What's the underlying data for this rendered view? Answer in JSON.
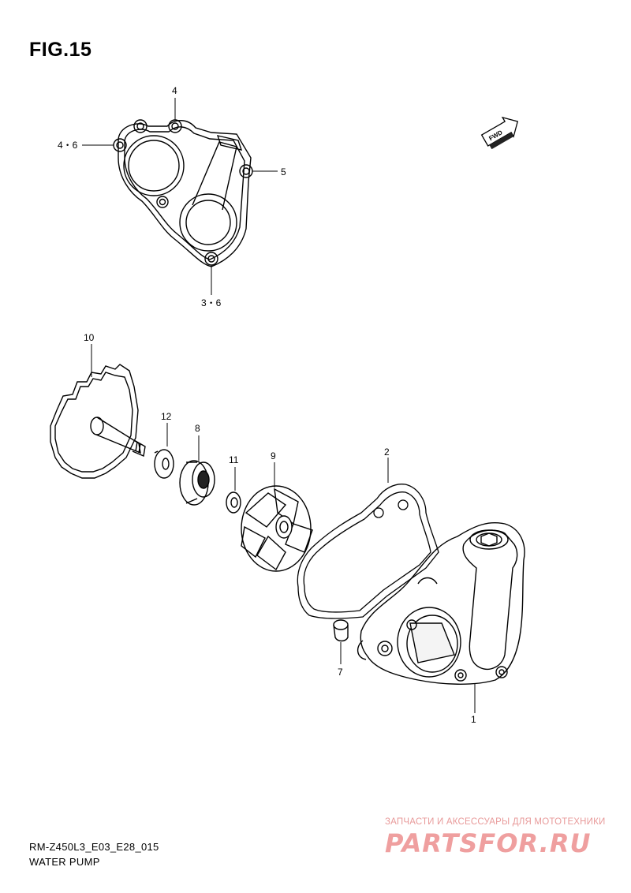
{
  "figure": {
    "title": "FIG.15"
  },
  "fwd_badge": {
    "text": "FWD"
  },
  "callouts": {
    "c4": "4",
    "c4_6": "4・6",
    "c5": "5",
    "c3_6": "3・6",
    "c10": "10",
    "c12": "12",
    "c8": "8",
    "c11": "11",
    "c9": "9",
    "c2": "2",
    "c7": "7",
    "c1": "1"
  },
  "footer": {
    "model_code": "RM-Z450L3_E03_E28_015",
    "section_name": "WATER PUMP"
  },
  "watermark": {
    "tagline": "ЗАПЧАСТИ И АКСЕССУАРЫ ДЛЯ МОТОТЕХНИКИ",
    "logo": "PARTSFOR.RU"
  }
}
